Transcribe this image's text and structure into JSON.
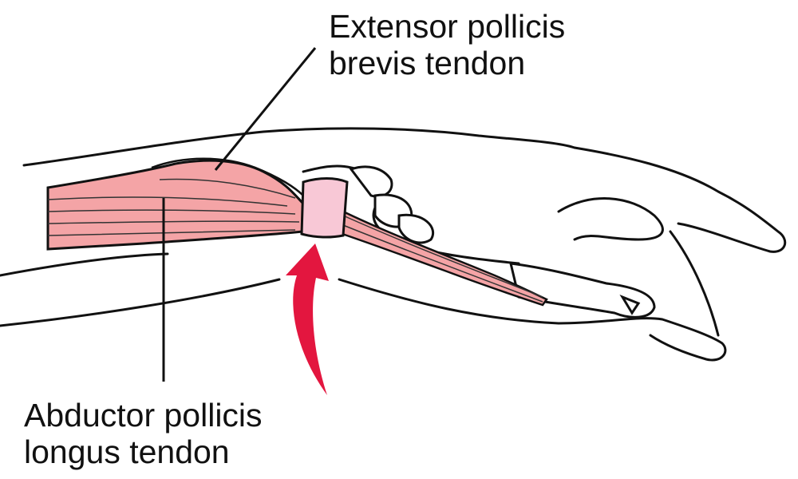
{
  "labels": {
    "epb_line1": "Extensor pollicis",
    "epb_line2": "brevis tendon",
    "apl_line1": "Abductor pollicis",
    "apl_line2": "longus tendon"
  },
  "colors": {
    "muscle": "#f4a4a6",
    "sheath": "#f8c8d6",
    "arrow": "#e3163f",
    "outline": "#111111"
  },
  "icons": {
    "arrow": "curved-up-arrow"
  }
}
